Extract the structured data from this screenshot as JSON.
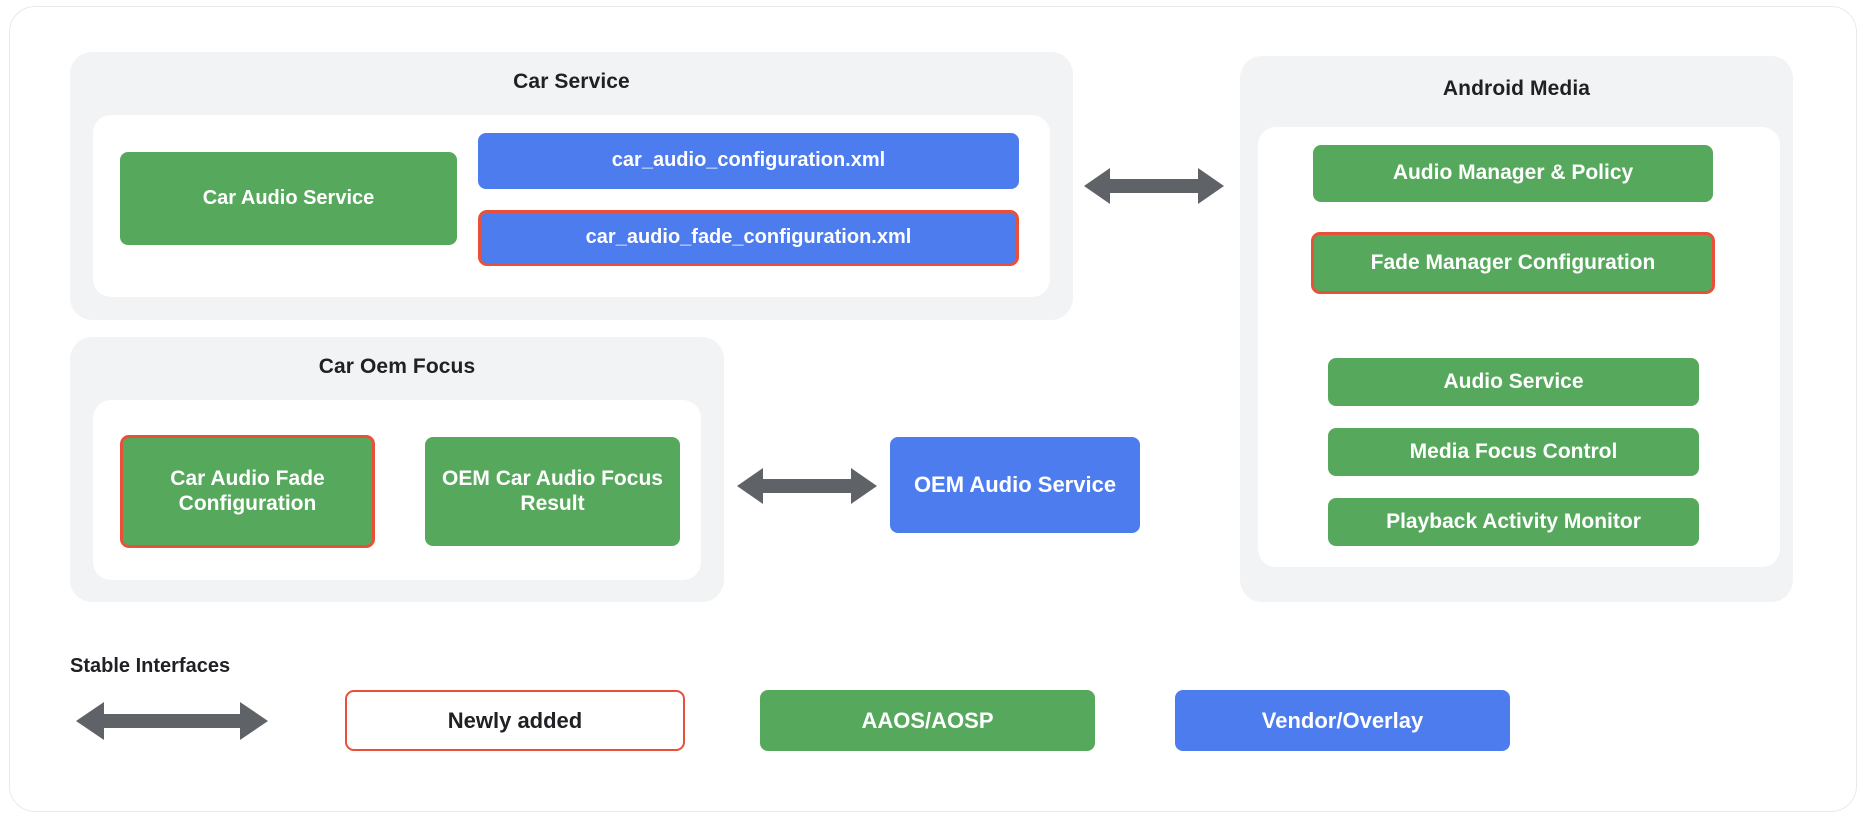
{
  "diagram": {
    "title_hidden": "",
    "colors": {
      "green_aaos": "#56a95c",
      "blue_vendor": "#4d7cee",
      "red_outline": "#e8503a",
      "panel_gray": "#f1f3f4",
      "arrow_gray": "#5f6368",
      "text_dark": "#202124",
      "card_white": "#ffffff"
    },
    "groups": {
      "car_service": {
        "title": "Car Service",
        "nodes": {
          "car_audio_service": "Car Audio Service",
          "car_audio_configuration_xml": "car_audio_configuration.xml",
          "car_audio_fade_configuration_xml": "car_audio_fade_configuration.xml"
        }
      },
      "car_oem_focus": {
        "title": "Car Oem Focus",
        "nodes": {
          "car_audio_fade_configuration": "Car Audio Fade Configuration",
          "oem_car_audio_focus_result": "OEM Car Audio Focus Result"
        }
      },
      "android_media": {
        "title": "Android Media",
        "nodes": {
          "audio_manager_policy": "Audio Manager & Policy",
          "fade_manager_configuration": "Fade Manager Configuration",
          "audio_service": "Audio Service",
          "media_focus_control": "Media Focus Control",
          "playback_activity_monitor": "Playback Activity Monitor"
        }
      }
    },
    "standalone_nodes": {
      "oem_audio_service": "OEM Audio Service"
    },
    "connectors": [
      {
        "name": "car-service-to-android-media",
        "icon": "double-arrow-horizontal-icon"
      },
      {
        "name": "car-oem-focus-to-oem-audio-service",
        "icon": "double-arrow-horizontal-icon"
      }
    ],
    "legend": {
      "stable_interfaces_label": "Stable Interfaces",
      "stable_interfaces_icon": "double-arrow-horizontal-icon",
      "items": [
        {
          "label": "Newly added",
          "style": "outlined-white"
        },
        {
          "label": "AAOS/AOSP",
          "style": "green"
        },
        {
          "label": "Vendor/Overlay",
          "style": "blue"
        }
      ]
    }
  }
}
